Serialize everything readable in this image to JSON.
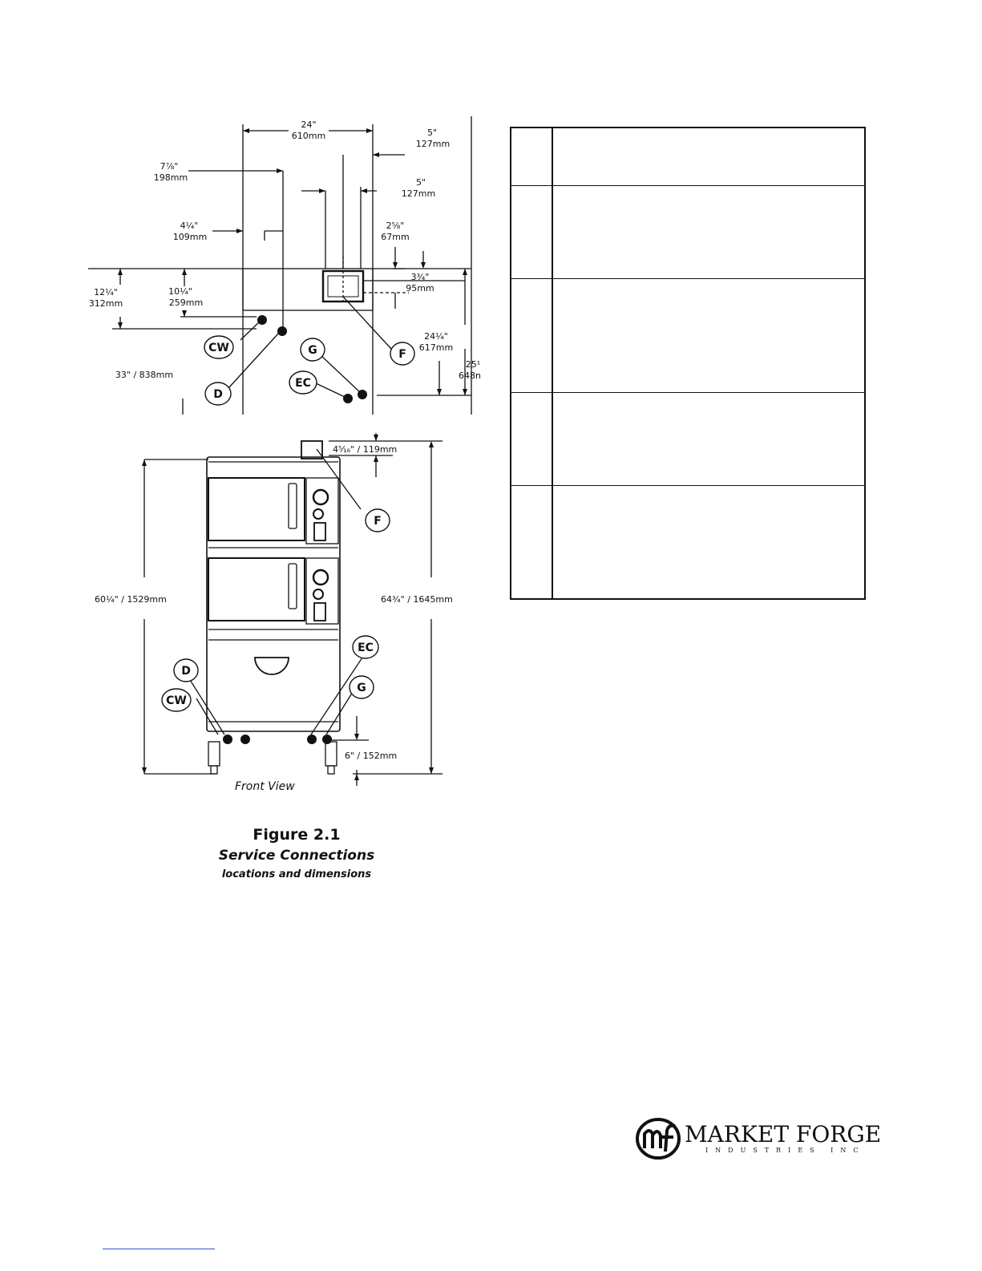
{
  "plan_view": {
    "dims": {
      "width_total": {
        "in": "24\"",
        "mm": "610mm"
      },
      "left_7": {
        "in": "7⅞\"",
        "mm": "198mm"
      },
      "left_4": {
        "in": "4¼\"",
        "mm": "109mm"
      },
      "right_5a": {
        "in": "5\"",
        "mm": "127mm"
      },
      "right_5b": {
        "in": "5\"",
        "mm": "127mm"
      },
      "right_2": {
        "in": "2⁵⁄₈\"",
        "mm": "67mm"
      },
      "right_3": {
        "in": "3¾\"",
        "mm": "95mm"
      },
      "depth_12": {
        "in": "12¼\"",
        "mm": "312mm"
      },
      "depth_10": {
        "in": "10¼\"",
        "mm": "259mm"
      },
      "depth_24": {
        "in": "24¼\"",
        "mm": "617mm"
      },
      "depth_25": {
        "in": "25¹",
        "mm": "648n"
      },
      "depth_33": "33\" / 838mm"
    },
    "callouts": [
      "CW",
      "D",
      "G",
      "EC",
      "F"
    ]
  },
  "front_view": {
    "dims": {
      "flue": "4⁵⁄₁₆\" / 119mm",
      "height_left": "60¼\" / 1529mm",
      "height_right": "64¾\" / 1645mm",
      "leg": "6\" / 152mm"
    },
    "callouts": [
      "F",
      "EC",
      "G",
      "D",
      "CW"
    ],
    "label": "Front View"
  },
  "figure": {
    "number": "Figure 2.1",
    "title": "Service Connections",
    "subtitle": "locations and dimensions"
  },
  "table": {
    "row_heights": [
      72,
      116,
      142,
      116,
      142
    ]
  },
  "logo": {
    "name": "MARKET FORGE",
    "sub": "INDUSTRIES INC",
    "mark_icon": "mf-monogram-icon"
  }
}
